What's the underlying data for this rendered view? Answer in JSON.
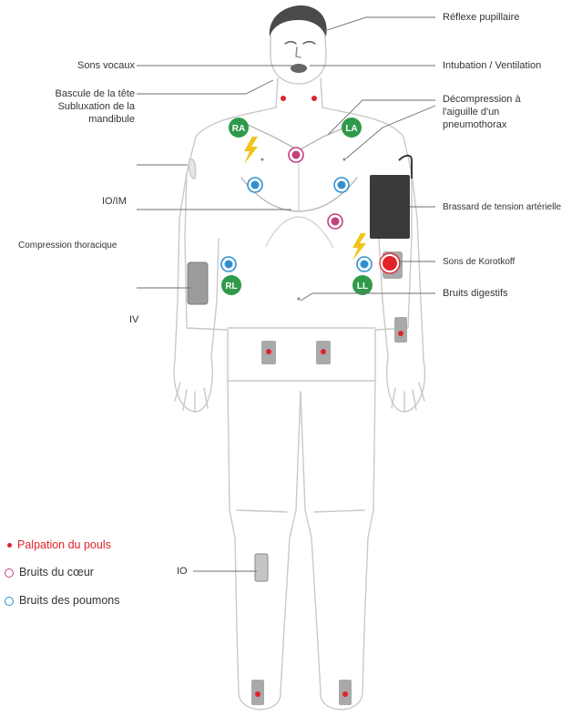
{
  "colors": {
    "pulse": "#e0242a",
    "heart": "#c2407f",
    "lung": "#2f8fd0",
    "ecg_green": "#2f9a4a",
    "shock_yellow": "#f0c419",
    "cuff": "#3a3a3a",
    "outline": "#c9c9c9",
    "leader": "#6d6d6d"
  },
  "labels": {
    "reflexe_pupillaire": "Réflexe pupillaire",
    "sons_vocaux": "Sons vocaux",
    "intubation": "Intubation / Ventilation",
    "bascule_line1": "Bascule de la tête",
    "bascule_line2": "Subluxation de la",
    "bascule_line3": "mandibule",
    "decompression_line1": "Décompression à",
    "decompression_line2": "l'aiguille d'un",
    "decompression_line3": "pneumothorax",
    "io_im": "IO/IM",
    "brassard": "Brassard de tension artérielle",
    "compression": "Compression thoracique",
    "korotkoff": "Sons de Korotkoff",
    "bruits_digestifs": "Bruits digestifs",
    "iv": "IV",
    "io": "IO"
  },
  "ecg": {
    "ra": "RA",
    "la": "LA",
    "rl": "RL",
    "ll": "LL"
  },
  "legend": {
    "pulse": "Palpation du pouls",
    "heart": "Bruits du cœur",
    "lung": "Bruits des poumons"
  }
}
